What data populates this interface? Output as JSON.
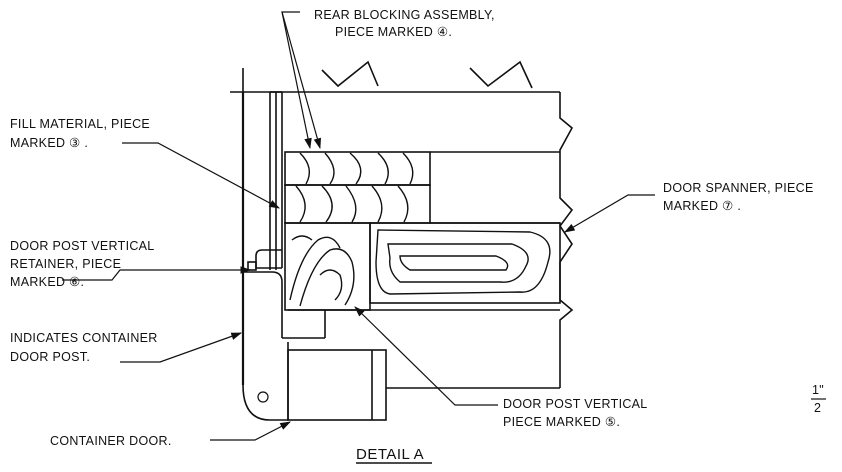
{
  "callouts": {
    "rear_blocking": [
      "REAR BLOCKING ASSEMBLY,",
      "PIECE MARKED ④."
    ],
    "fill_material": [
      "FILL MATERIAL, PIECE",
      "MARKED ③ ."
    ],
    "door_post_retainer": [
      "DOOR POST VERTICAL",
      "RETAINER, PIECE",
      "MARKED ⑥."
    ],
    "container_door_post": [
      "INDICATES CONTAINER",
      "DOOR POST."
    ],
    "container_door": [
      "CONTAINER DOOR."
    ],
    "door_spanner": [
      "DOOR SPANNER, PIECE",
      "MARKED ⑦ ."
    ],
    "door_post_vertical": [
      "DOOR POST VERTICAL",
      "PIECE MARKED ⑤."
    ]
  },
  "title": "DETAIL A",
  "scale": {
    "numerator": "1\"",
    "denominator": "2"
  }
}
